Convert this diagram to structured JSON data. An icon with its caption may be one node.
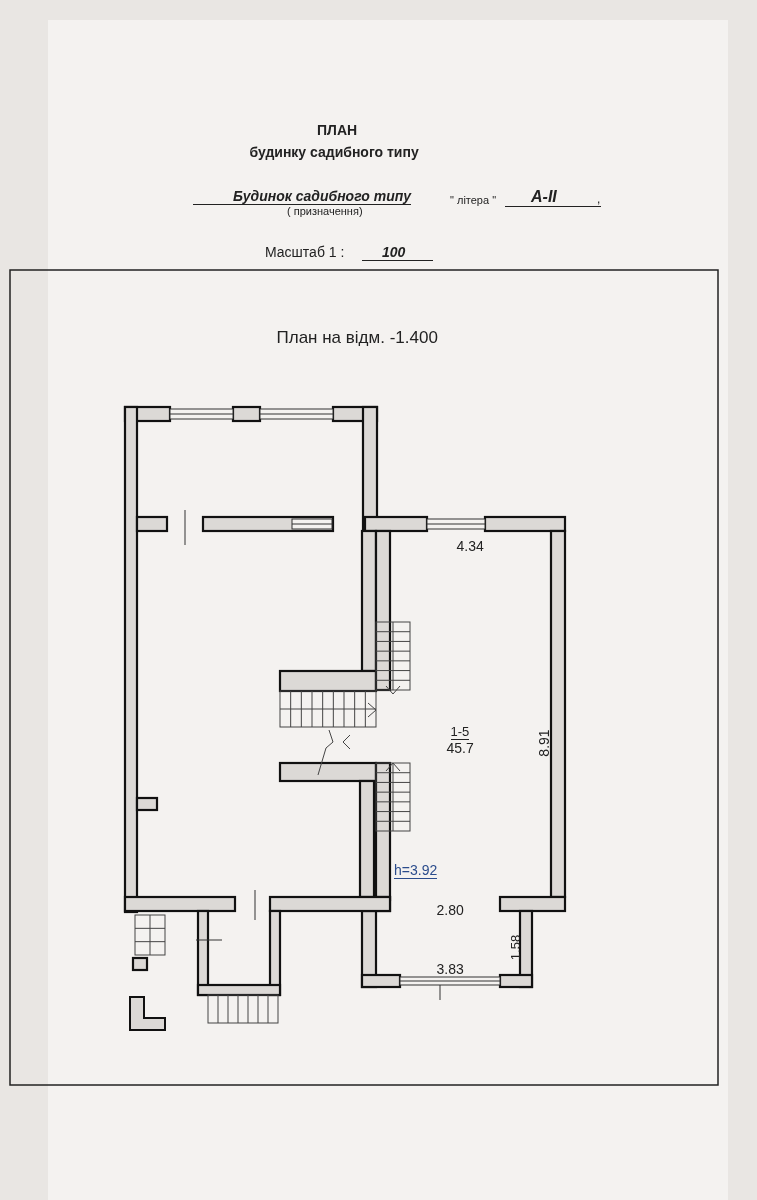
{
  "diagram": {
    "title": "ПЛАН",
    "labels": [
      "будинку садибного типу",
      "Будинок садибного типу",
      "( призначення)",
      "\" літера \"",
      "A-II",
      ",",
      "Масштаб 1 :",
      "100",
      "План на відм. -1.400",
      "4.34",
      "8.91",
      "1-5",
      "45.7",
      "h=3.92",
      "2.80",
      "1.58",
      "3.83"
    ]
  }
}
